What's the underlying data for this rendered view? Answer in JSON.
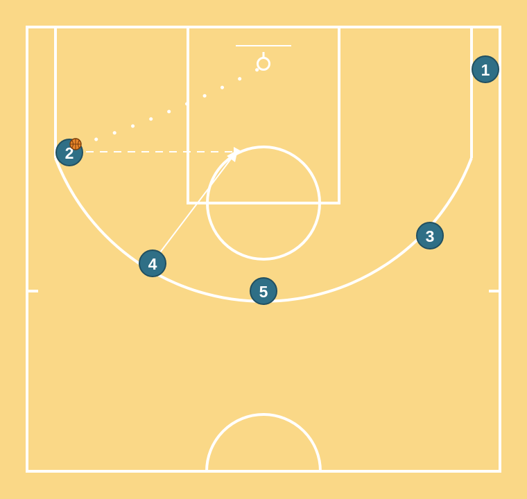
{
  "colors": {
    "court": "#fad887",
    "lines": "#ffffff",
    "player_fill": "#2f6f86",
    "player_stroke": "#214f60",
    "ball": "#e8862a"
  },
  "players": [
    {
      "id": "p1",
      "label": "1"
    },
    {
      "id": "p2",
      "label": "2"
    },
    {
      "id": "p3",
      "label": "3"
    },
    {
      "id": "p4",
      "label": "4"
    },
    {
      "id": "p5",
      "label": "5"
    }
  ],
  "actions": [
    {
      "type": "shot",
      "from": "2",
      "to": "basket"
    },
    {
      "type": "dribble",
      "player": "2"
    },
    {
      "type": "cut",
      "player": "4"
    }
  ]
}
